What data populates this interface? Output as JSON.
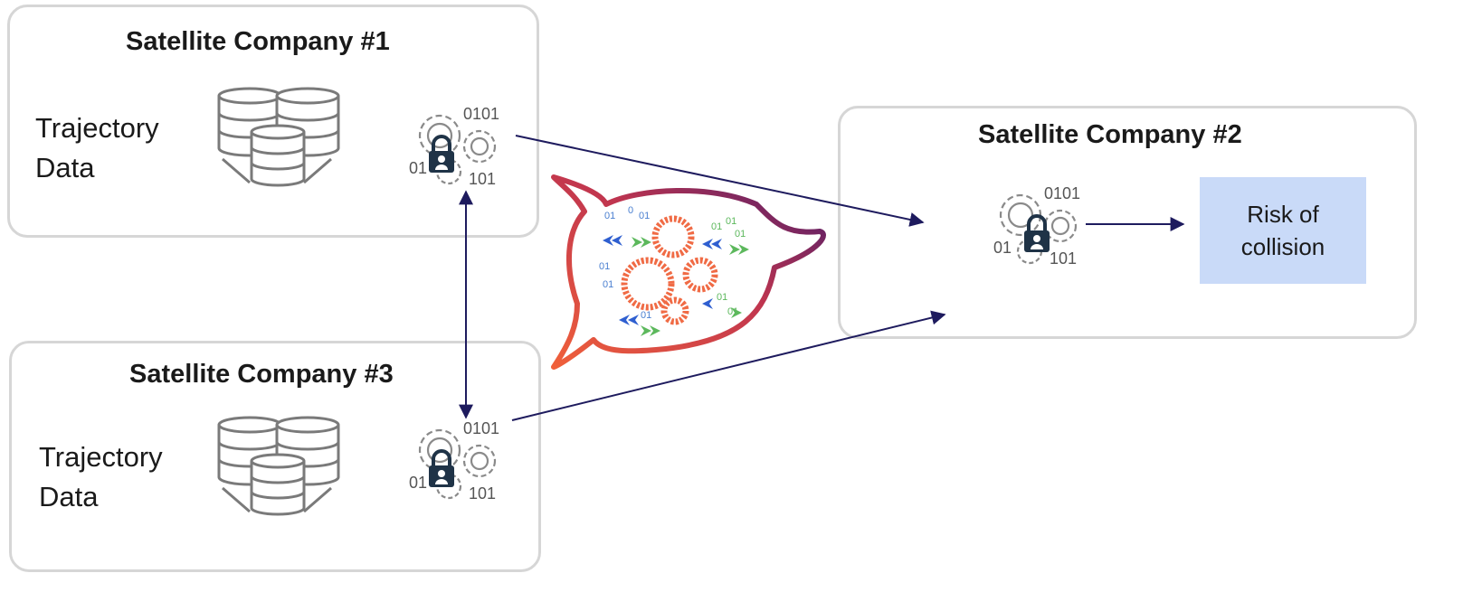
{
  "company1": {
    "title": "Satellite Company #1",
    "data_label_1": "Trajectory",
    "data_label_2": "Data"
  },
  "company2": {
    "title": "Satellite Company #2",
    "output_line_1": "Risk of",
    "output_line_2": "collision"
  },
  "company3": {
    "title": "Satellite Company #3",
    "data_label_1": "Trajectory",
    "data_label_2": "Data"
  },
  "icons": {
    "database": "database-stack-icon",
    "secure_compute": "secure-computation-gears-lock-icon",
    "bubble": "mpc-computation-bubble-icon",
    "binary_top": "0101",
    "binary_left": "01",
    "binary_bottom": "101"
  },
  "colors": {
    "box_border": "#d6d6d6",
    "arrow": "#1e1b5e",
    "risk_fill": "#c9daf8",
    "bubble_gradient_start": "#f0603a",
    "bubble_gradient_end": "#4a1c6b",
    "gear_orange": "#f06b45",
    "arrow_blue": "#2f5fd0",
    "arrow_green": "#5cb85c",
    "lock": "#1f3347"
  }
}
